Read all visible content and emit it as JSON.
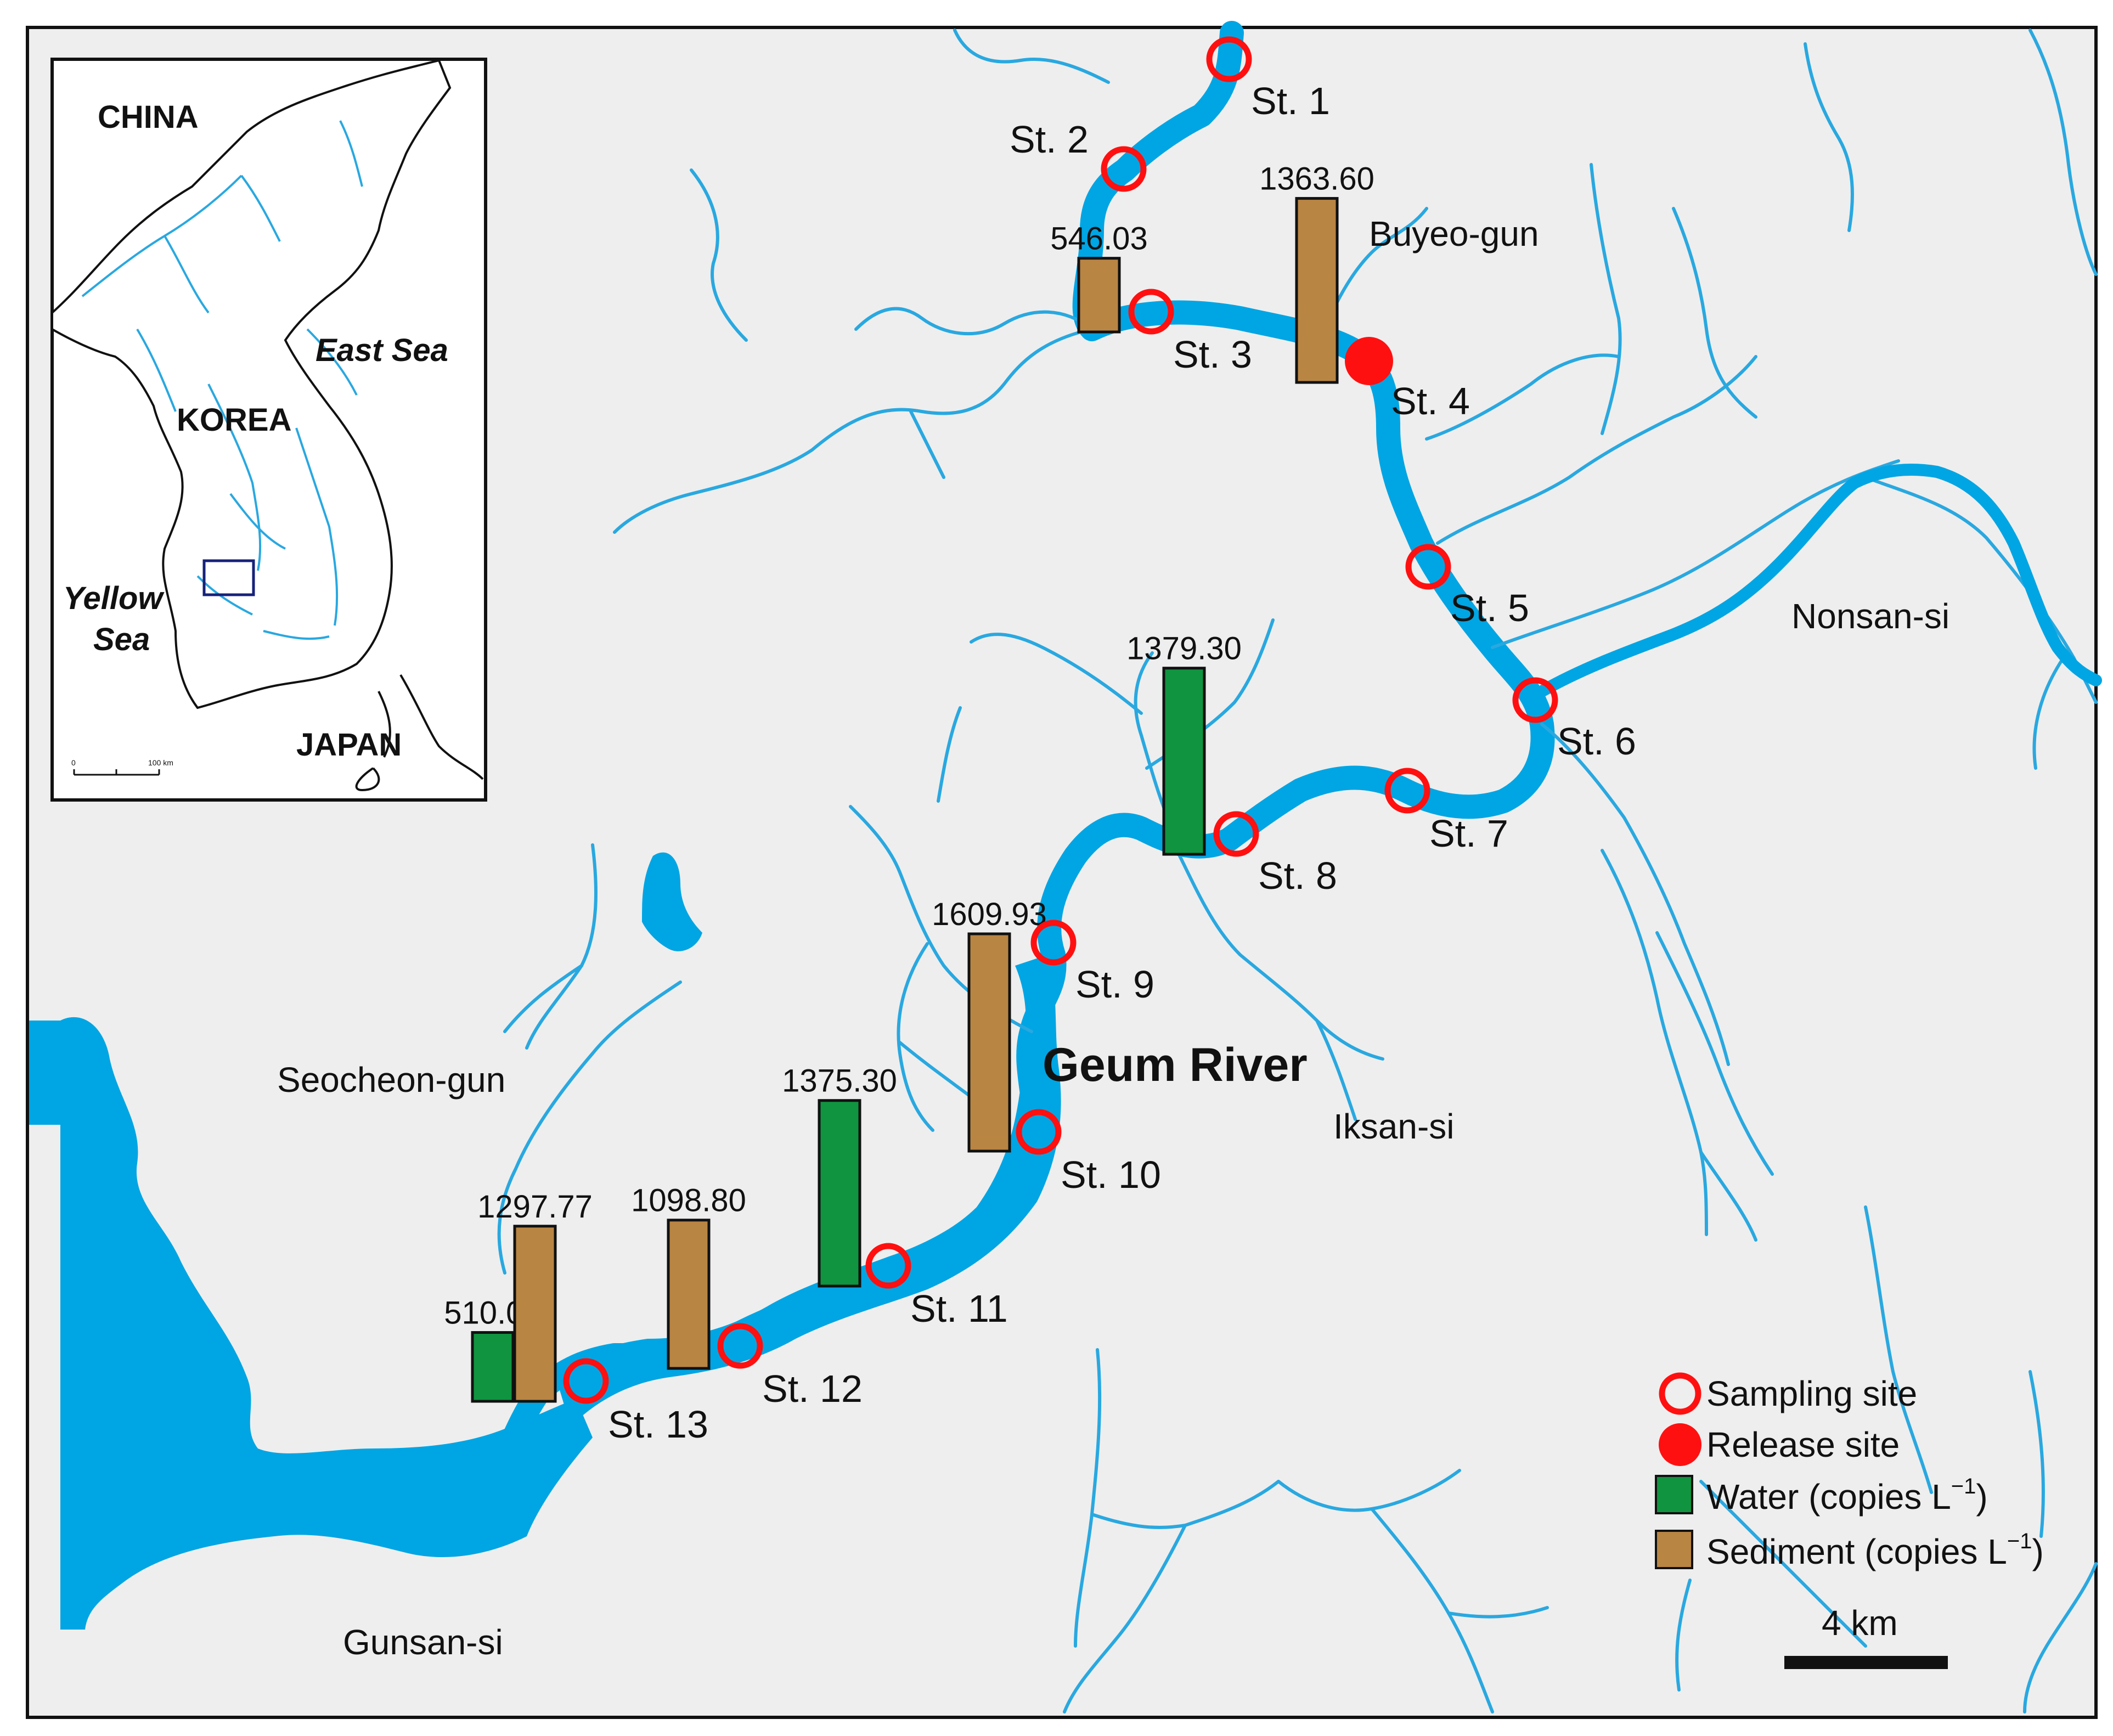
{
  "colors": {
    "background": "#eeeeee",
    "river": "#00a5e3",
    "tributary": "#29a8e0",
    "sampling": "#ff1010",
    "water_bar": "#109440",
    "sediment_bar": "#b98543",
    "inset_box": "#16227a",
    "frame": "#111111"
  },
  "map_labels": {
    "river_name": "Geum River",
    "places": [
      "Buyeo-gun",
      "Nonsan-si",
      "Seocheon-gun",
      "Iksan-si",
      "Gunsan-si"
    ]
  },
  "stations": [
    {
      "id": "st1",
      "label": "St. 1",
      "type": "sampling"
    },
    {
      "id": "st2",
      "label": "St. 2",
      "type": "sampling"
    },
    {
      "id": "st3",
      "label": "St. 3",
      "type": "sampling"
    },
    {
      "id": "st4",
      "label": "St. 4",
      "type": "release"
    },
    {
      "id": "st5",
      "label": "St. 5",
      "type": "sampling"
    },
    {
      "id": "st6",
      "label": "St. 6",
      "type": "sampling"
    },
    {
      "id": "st7",
      "label": "St. 7",
      "type": "sampling"
    },
    {
      "id": "st8",
      "label": "St. 8",
      "type": "sampling"
    },
    {
      "id": "st9",
      "label": "St. 9",
      "type": "sampling"
    },
    {
      "id": "st10",
      "label": "St. 10",
      "type": "sampling"
    },
    {
      "id": "st11",
      "label": "St. 11",
      "type": "sampling"
    },
    {
      "id": "st12",
      "label": "St. 12",
      "type": "sampling"
    },
    {
      "id": "st13",
      "label": "St. 13",
      "type": "sampling"
    }
  ],
  "concentrations": [
    {
      "station": "St. 3",
      "matrix": "Sediment",
      "value": 546.03,
      "label": "546.03"
    },
    {
      "station": "St. 4",
      "matrix": "Sediment",
      "value": 1363.6,
      "label": "1363.60"
    },
    {
      "station": "St. 8",
      "matrix": "Water",
      "value": 1379.3,
      "label": "1379.30"
    },
    {
      "station": "St. 10",
      "matrix": "Sediment",
      "value": 1609.93,
      "label": "1609.93"
    },
    {
      "station": "St. 11",
      "matrix": "Water",
      "value": 1375.3,
      "label": "1375.30"
    },
    {
      "station": "St. 12",
      "matrix": "Sediment",
      "value": 1098.8,
      "label": "1098.80"
    },
    {
      "station": "St. 13",
      "matrix": "Water",
      "value": 510.07,
      "label": "510.07"
    },
    {
      "station": "St. 13",
      "matrix": "Sediment",
      "value": 1297.77,
      "label": "1297.77"
    }
  ],
  "inset": {
    "labels": [
      "CHINA",
      "KOREA",
      "JAPAN"
    ],
    "seas": [
      "East Sea",
      "Yellow",
      "Sea"
    ],
    "scale_start": "0",
    "scale_end": "100 km"
  },
  "legend": {
    "sampling": "Sampling site",
    "release": "Release site",
    "water": "Water (copies L",
    "sediment": "Sediment (copies L",
    "unit_sup": "−1",
    "close": ")"
  },
  "scale_bar": {
    "label": "4 km"
  }
}
